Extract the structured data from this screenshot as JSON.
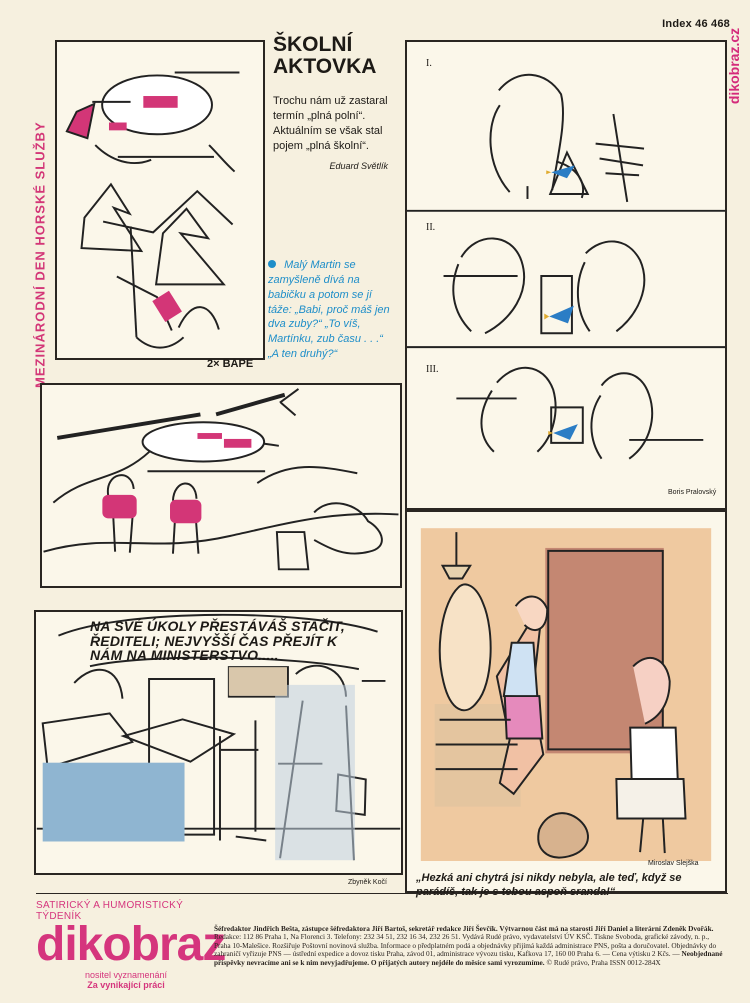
{
  "meta": {
    "index": "Index 46 468",
    "watermark": "dikobraz.cz"
  },
  "left": {
    "vertical_title": "Mezinárodní den horské služby",
    "story": {
      "title": "Školní aktovka",
      "text": "Trochu nám už zastaral termín „plná polní“. Aktuálním se však stal pojem „plná školní“.",
      "author": "Eduard Světlík"
    },
    "joke": "Malý Martin se zamyšleně dívá na babičku a potom se jí táže: „Babi, proč máš jen dva zuby?“ „To víš, Martínku, zub času . . .“ „A ten druhý?“",
    "bape_label": "2× BAPE"
  },
  "comics": {
    "panel_numbers": [
      "I.",
      "II.",
      "III."
    ],
    "top_author": "Boris Pralovský",
    "office_author": "Zbyněk Kočí",
    "office_speech": "NA SVÉ ÚKOLY PŘESTÁVÁŠ STAČIT, ŘEDITELI; NEJVYŠŠÍ ČAS PŘEJÍT K NÁM NA MINISTERSTVO.....",
    "bottom_right_author": "Miroslav Slejška",
    "bottom_right_caption": "„Hezká ani chytrá jsi nikdy nebyla, ale teď, když se parádíš, tak je s tebou aspoň sranda!“"
  },
  "footer": {
    "magazine_line": "SATIRICKÝ A HUMORISTICKÝ TÝDENÍK",
    "brand": "dikobraz",
    "award_line_1": "nositel vyznamenání",
    "award_line_2": "Za vynikající práci",
    "imprint_lead": "Šéfredaktor Jindřich Bešta, zástupce šéfredaktora Jiří Bartoš, sekretář redakce Jiří Ševčík. Výtvarnou část má na starosti Jiří Daniel a literární Zdeněk Dvořák.",
    "imprint_body": "Redakce: 112 86 Praha 1, Na Florenci 3. Telefony: 232 34 51, 232 16 34, 232 26 51. Vydává Rudé právo, vydavatelství ÚV KSČ. Tiskne Svoboda, grafické závody, n. p., Praha 10-Malešice. Rozšiřuje Poštovní novinová služba. Informace o předplatném podá a objednávky přijímá každá administrace PNS, pošta a doručovatel. Objednávky do zahraničí vyřizuje PNS — ústřední expedice a dovoz tisku Praha, závod 01, administrace vývozu tisku, Kafkova 17, 160 00 Praha 6. — Cena výtisku 2 Kčs. —",
    "imprint_tail": "Neobjednané příspěvky nevracíme ani se k nim nevyjadřujeme. O přijatých autory nejdéle do měsíce sami vyrozumíme.",
    "imprint_legal": "© Rudé právo, Praha ISSN 0012-284X"
  },
  "colors": {
    "accent": "#d5357d",
    "joke_blue": "#1e8ec9",
    "paper": "#f6f0df"
  }
}
